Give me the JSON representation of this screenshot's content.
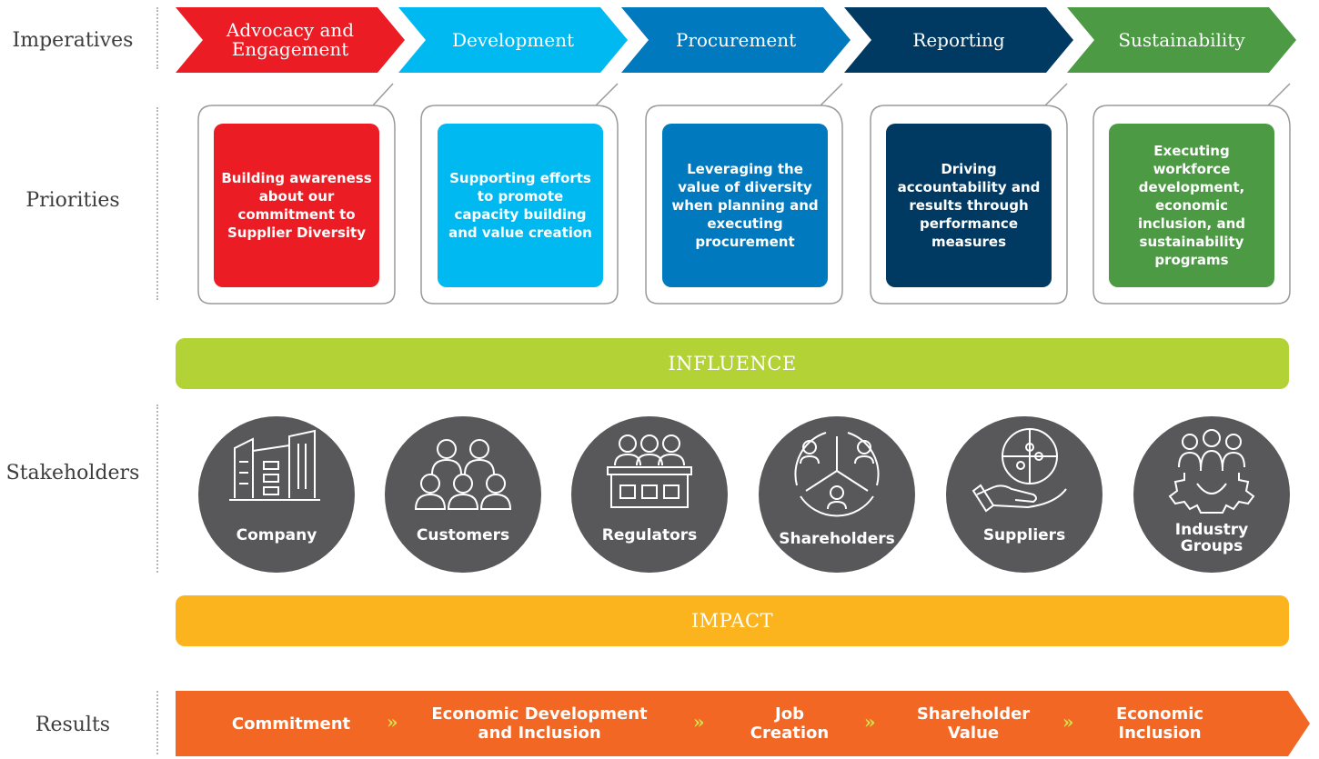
{
  "labels": {
    "imperatives": "Imperatives",
    "priorities": "Priorities",
    "stakeholders": "Stakeholders",
    "results": "Results"
  },
  "imperatives": [
    {
      "line1": "Advocacy and",
      "line2": "Engagement",
      "color": "#ec1c24"
    },
    {
      "line1": "Development",
      "line2": "",
      "color": "#00b9f1"
    },
    {
      "line1": "Procurement",
      "line2": "",
      "color": "#0079be"
    },
    {
      "line1": "Reporting",
      "line2": "",
      "color": "#003a63"
    },
    {
      "line1": "Sustainability",
      "line2": "",
      "color": "#4c9a44"
    }
  ],
  "priorities": [
    {
      "text": "Building awareness about our commitment to Supplier Diversity",
      "color": "#ec1c24"
    },
    {
      "text": "Supporting efforts to promote capacity building and value creation",
      "color": "#00b9f1"
    },
    {
      "text": "Leveraging the value of diversity when planning and executing procurement",
      "color": "#0079be"
    },
    {
      "text": "Driving accountability and results through performance measures",
      "color": "#003a63"
    },
    {
      "text": "Executing workforce development, economic inclusion, and sustainability programs",
      "color": "#4c9a44"
    }
  ],
  "influence": {
    "label": "INFLUENCE",
    "color": "#b2d235"
  },
  "stakeholders": [
    {
      "label": "Company",
      "icon": "buildings-icon"
    },
    {
      "label": "Customers",
      "icon": "people-group-icon"
    },
    {
      "label": "Regulators",
      "icon": "panel-icon"
    },
    {
      "label": "Shareholders",
      "icon": "shareholder-circle-icon"
    },
    {
      "label": "Suppliers",
      "icon": "puzzle-hand-icon"
    },
    {
      "label": "Industry Groups",
      "icon": "people-gear-icon"
    }
  ],
  "impact": {
    "label": "IMPACT",
    "color": "#fbb41d"
  },
  "results": {
    "separator": "»",
    "color": "#f26724",
    "items": [
      "Commitment",
      "Economic Development and Inclusion",
      "Job Creation",
      "Shareholder Value",
      "Economic Inclusion"
    ]
  }
}
